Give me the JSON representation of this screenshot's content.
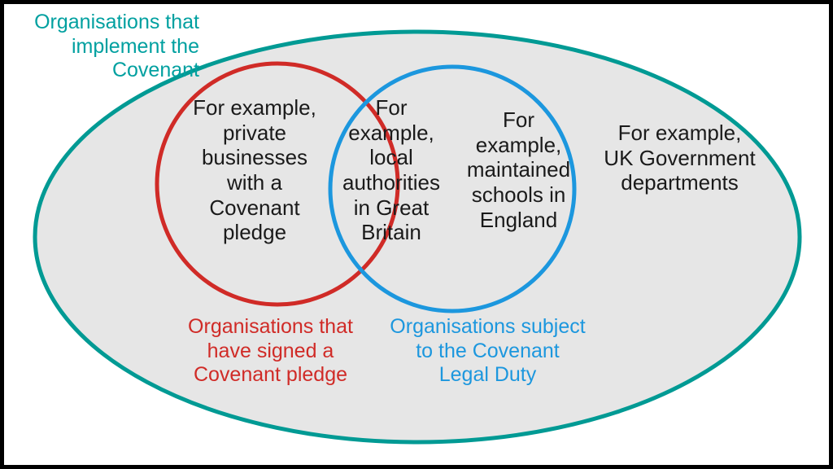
{
  "diagram": {
    "type": "venn",
    "title": "Covenant organisations Venn diagram",
    "colors": {
      "outer_set_stroke": "#009A94",
      "red_set_stroke": "#D02B27",
      "blue_set_stroke": "#1C97DE",
      "fill": "#E6E6E6",
      "background": "#FFFFFF",
      "frame": "#000000",
      "body_text": "#1A1A1A"
    },
    "sets": {
      "outer": {
        "label": "Organisations that\nimplement the\nCovenant",
        "label_color": "#00A0A0",
        "shape": "ellipse"
      },
      "red": {
        "label": "Organisations that\nhave signed a\nCovenant pledge",
        "label_color": "#D02B27",
        "shape": "circle"
      },
      "blue": {
        "label": "Organisations subject\nto the Covenant\nLegal Duty",
        "label_color": "#1C97DE",
        "shape": "circle"
      }
    },
    "regions": {
      "red_only": "For example,\nprivate\nbusinesses\nwith a\nCovenant\npledge",
      "intersection": "For\nexample,\nlocal\nauthorities\nin Great\nBritain",
      "blue_only": "For\nexample,\nmaintained\nschools in\nEngland",
      "outer_only": "For example,\nUK Government\ndepartments"
    }
  }
}
